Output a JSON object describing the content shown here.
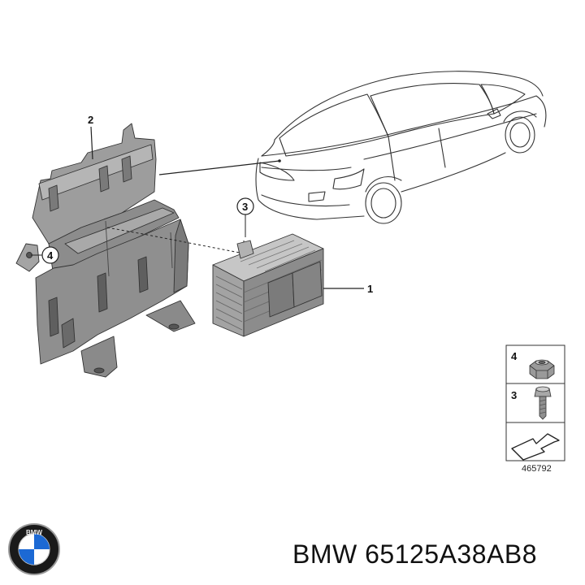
{
  "callouts": {
    "part_1": "1",
    "part_2": "2",
    "part_3": "3",
    "part_4": "4"
  },
  "legend": {
    "item_4": "4",
    "item_3": "3"
  },
  "diagram_id": "465792",
  "part_label": "BMW 65125A38AB8",
  "logo": {
    "text": "BMW",
    "name": "bmw-logo"
  },
  "colors": {
    "part_fill": "#9a9a9a",
    "part_dark": "#6e6e6e",
    "part_light": "#c4c4c4",
    "outline": "#333333",
    "logo_blue": "#1c69d4"
  }
}
